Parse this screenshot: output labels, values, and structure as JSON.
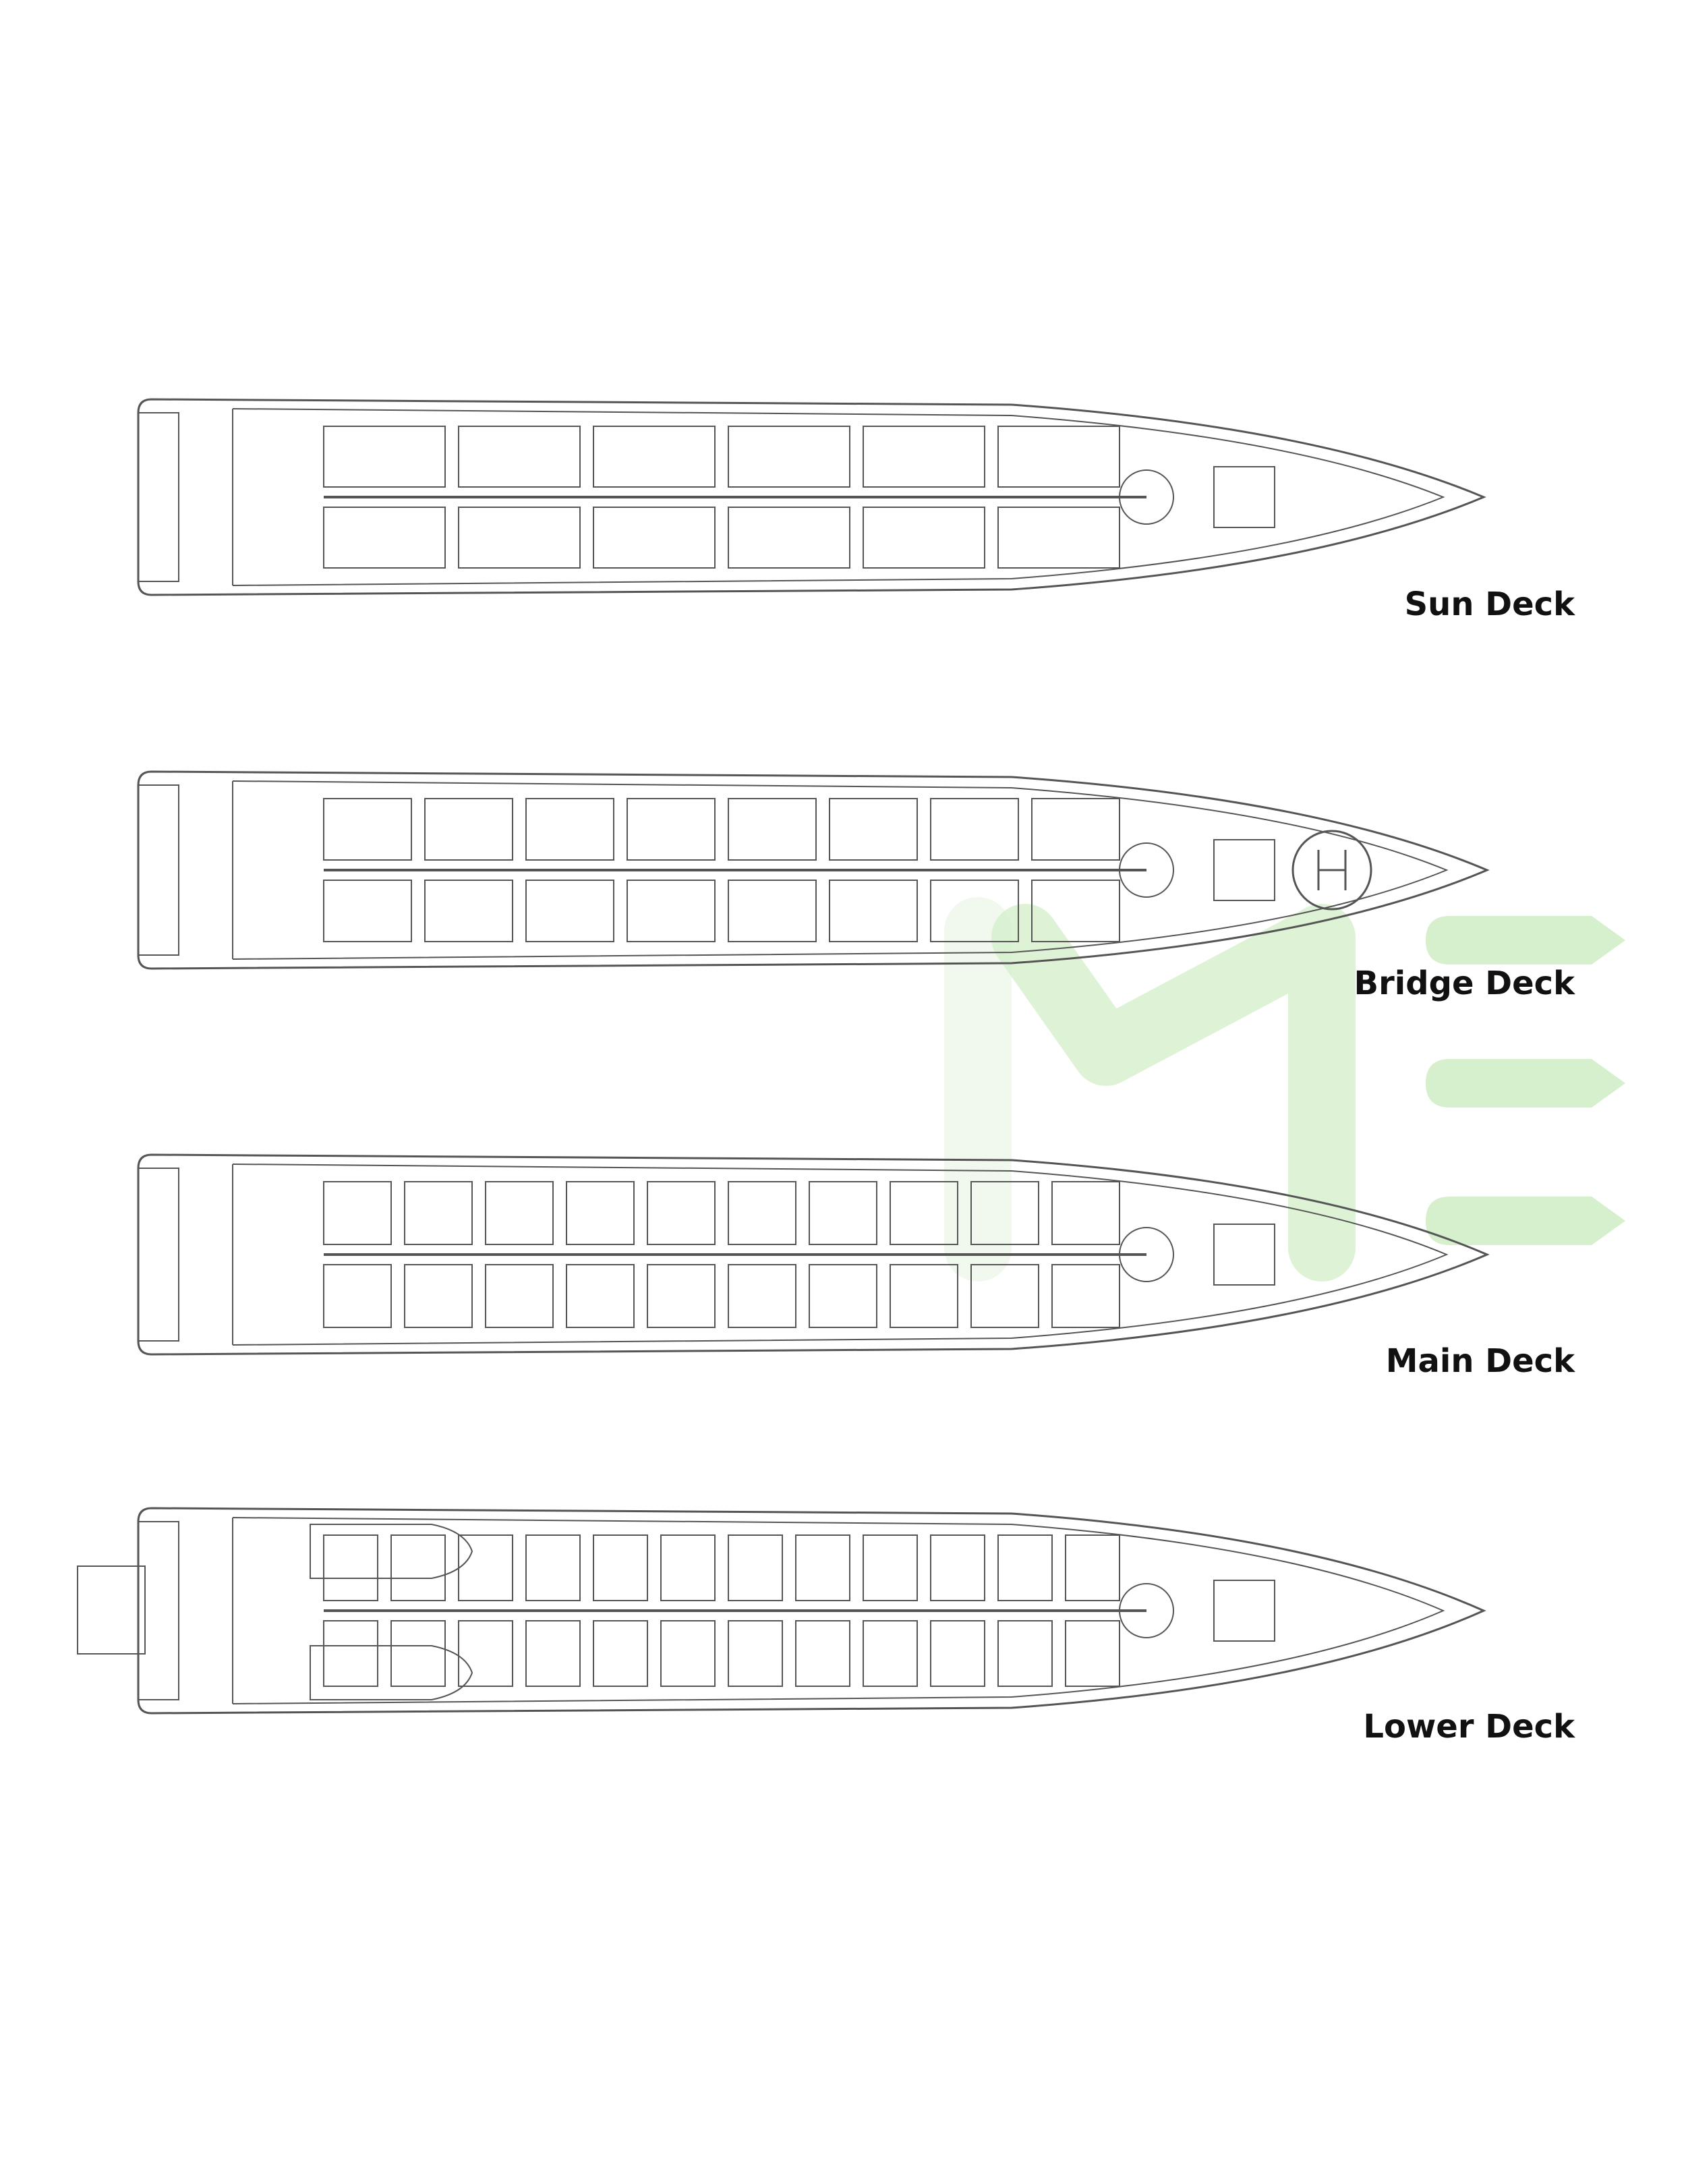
{
  "decks": [
    {
      "id": "sun",
      "label": "Sun Deck"
    },
    {
      "id": "bridge",
      "label": "Bridge Deck"
    },
    {
      "id": "main",
      "label": "Main Deck"
    },
    {
      "id": "lower",
      "label": "Lower Deck"
    }
  ],
  "colors": {
    "line": "#555555",
    "watermark": "#d6efcc"
  }
}
